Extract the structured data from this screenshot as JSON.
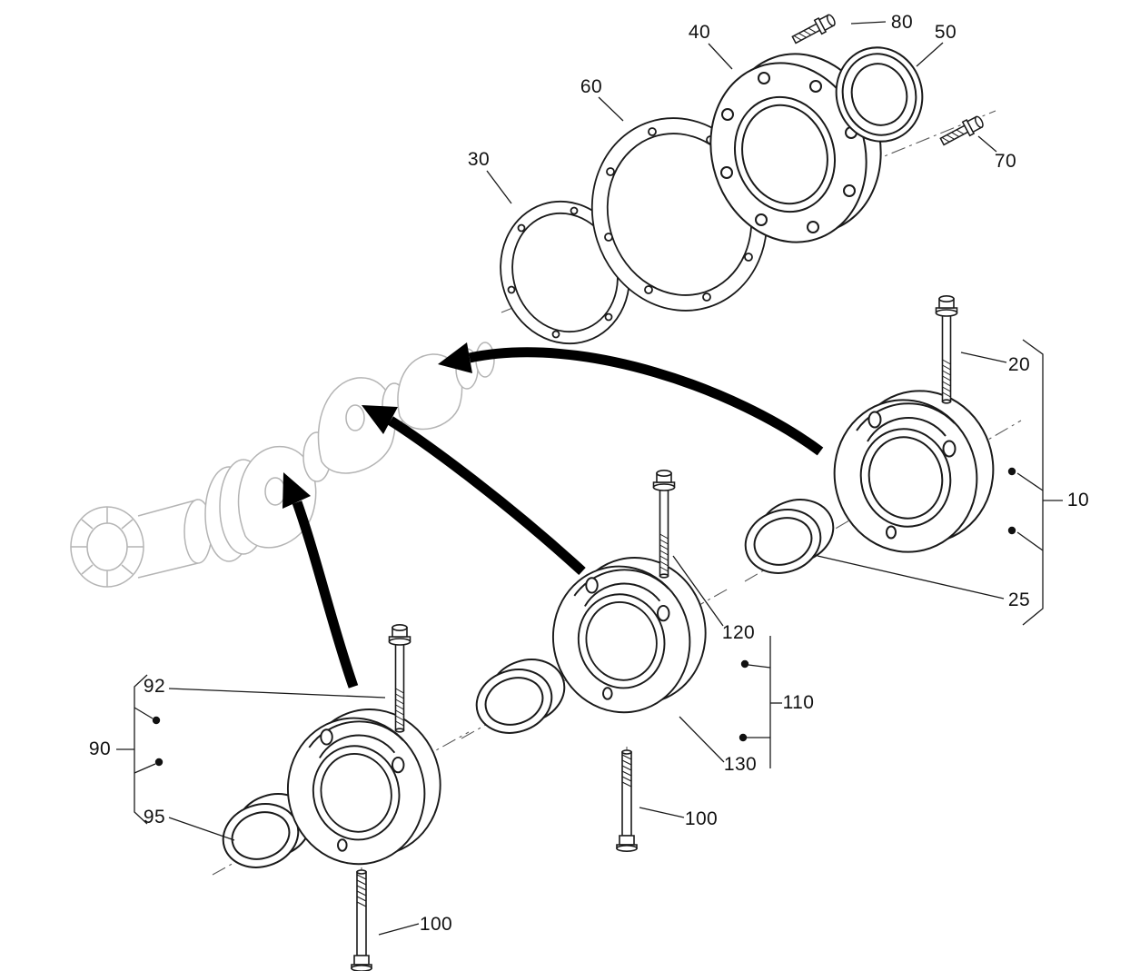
{
  "figure": {
    "kind": "exploded-parts-diagram"
  },
  "colors": {
    "line": "#1a1a1a",
    "ghost_part": "#b4b4b4",
    "arrow": "#000000",
    "background": "#ffffff"
  },
  "callouts": [
    {
      "id": "callout-40",
      "label": "40"
    },
    {
      "id": "callout-80",
      "label": "80"
    },
    {
      "id": "callout-50",
      "label": "50"
    },
    {
      "id": "callout-60",
      "label": "60"
    },
    {
      "id": "callout-30",
      "label": "30"
    },
    {
      "id": "callout-70",
      "label": "70"
    },
    {
      "id": "callout-20",
      "label": "20"
    },
    {
      "id": "callout-10",
      "label": "10"
    },
    {
      "id": "callout-25",
      "label": "25"
    },
    {
      "id": "callout-120",
      "label": "120"
    },
    {
      "id": "callout-110",
      "label": "110"
    },
    {
      "id": "callout-130",
      "label": "130"
    },
    {
      "id": "callout-100-mid",
      "label": "100"
    },
    {
      "id": "callout-92",
      "label": "92"
    },
    {
      "id": "callout-90",
      "label": "90"
    },
    {
      "id": "callout-95",
      "label": "95"
    },
    {
      "id": "callout-100-bottom",
      "label": "100"
    }
  ]
}
